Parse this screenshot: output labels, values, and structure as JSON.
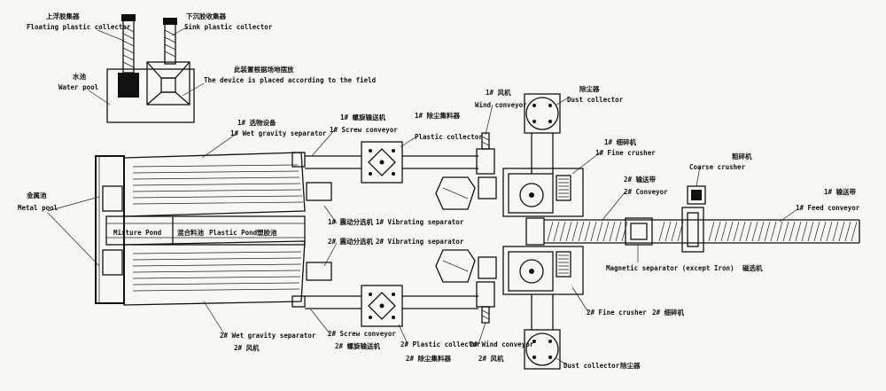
{
  "labels": {
    "floating_collector_cn": "上浮胶集器",
    "floating_collector_en": "Floating plastic collector",
    "sink_collector_cn": "下沉胶收集器",
    "sink_collector_en": "Sink plastic collector",
    "water_pool_cn": "水池",
    "water_pool_en": "Water pool",
    "field_note_cn": "此装置根据场地摆放",
    "field_note_en": "The device is placed according to the field",
    "wet_sep1_cn": "1# 选物设备",
    "wet_sep1_en": "1# Wet gravity separator",
    "screw1_cn": "1# 螺旋输送机",
    "screw1_en": "1# Screw conveyor",
    "plastic_col1_cn": "1# 除尘集料器",
    "plastic_col1_en": "Plastic collector",
    "fan1_cn": "1# 风机",
    "fan1_en": "Wind conveyor",
    "dust1_cn": "除尘器",
    "dust1_en": "Dust collector",
    "crusher1_cn": "1# 细碎机",
    "crusher1_en": "1# Fine crusher",
    "conveyor2_cn": "2# 输送带",
    "conveyor2_en": "2# Conveyor",
    "coarse_cn": "粗碎机",
    "coarse_en": "Coarse crusher",
    "feed_cn": "1# 输送带",
    "feed_en": "1# Feed conveyor",
    "metal_pool_cn": "金属池",
    "metal_pool_en": "Metal pool",
    "mixture_pond": "Mixture Pond",
    "mixture_pond_cn": "混合料池",
    "plastic_pond": "Plastic Pond",
    "plastic_pond_cn": "塑胶池",
    "vib1_cn": "1# 震动分选机",
    "vib1_en": "1# Vibrating separator",
    "vib2_cn": "2# 震动分选机",
    "vib2_en": "2# Vibrating separator",
    "magnetic_en": "Magnetic separator (except Iron)",
    "magnetic_cn": "磁选机",
    "crusher2_en": "2# Fine crusher",
    "crusher2_cn": "2# 细碎机",
    "wet_sep2_en": "2# Wet gravity separator",
    "fan2_bottom_cn": "2# 风机",
    "screw2_en": "2# Screw conveyor",
    "screw2_cn": "2# 螺旋输送机",
    "plastic_col2_en": "2# Plastic collector",
    "plastic_col2_cn": "2# 除尘集料器",
    "wind2_en": "2# Wind conveyor",
    "wind2_cn": "2# 风机",
    "dust2_en": "Dust collector",
    "dust2_cn": "除尘器"
  }
}
